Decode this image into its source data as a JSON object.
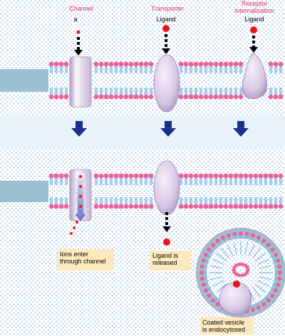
{
  "labels": {
    "channel": "Channel",
    "ion_symbol": "a",
    "transporter": "Transporter",
    "ligand_transporter": "Ligand",
    "receptor_line1": "Receptor",
    "receptor_line2": "internalization",
    "ligand_receptor": "Ligand"
  },
  "notes": {
    "ions": "Ions enter\nthrough channel",
    "ligand_released": "Ligand is\nreleased",
    "vesicle": "Coated vesicle\nis endocytosed"
  },
  "colors": {
    "dot_pattern": "#8fb8d8",
    "membrane_band": "#9ac1d2",
    "lipid_head": "#f0609a",
    "lipid_tail": "#3a8fd8",
    "band_light": "#e8f2fb",
    "arrow": "#1c2f8c",
    "protein": "#d9cbe3",
    "ligand": "#e8161e",
    "note_bg": "#fde9bd"
  }
}
